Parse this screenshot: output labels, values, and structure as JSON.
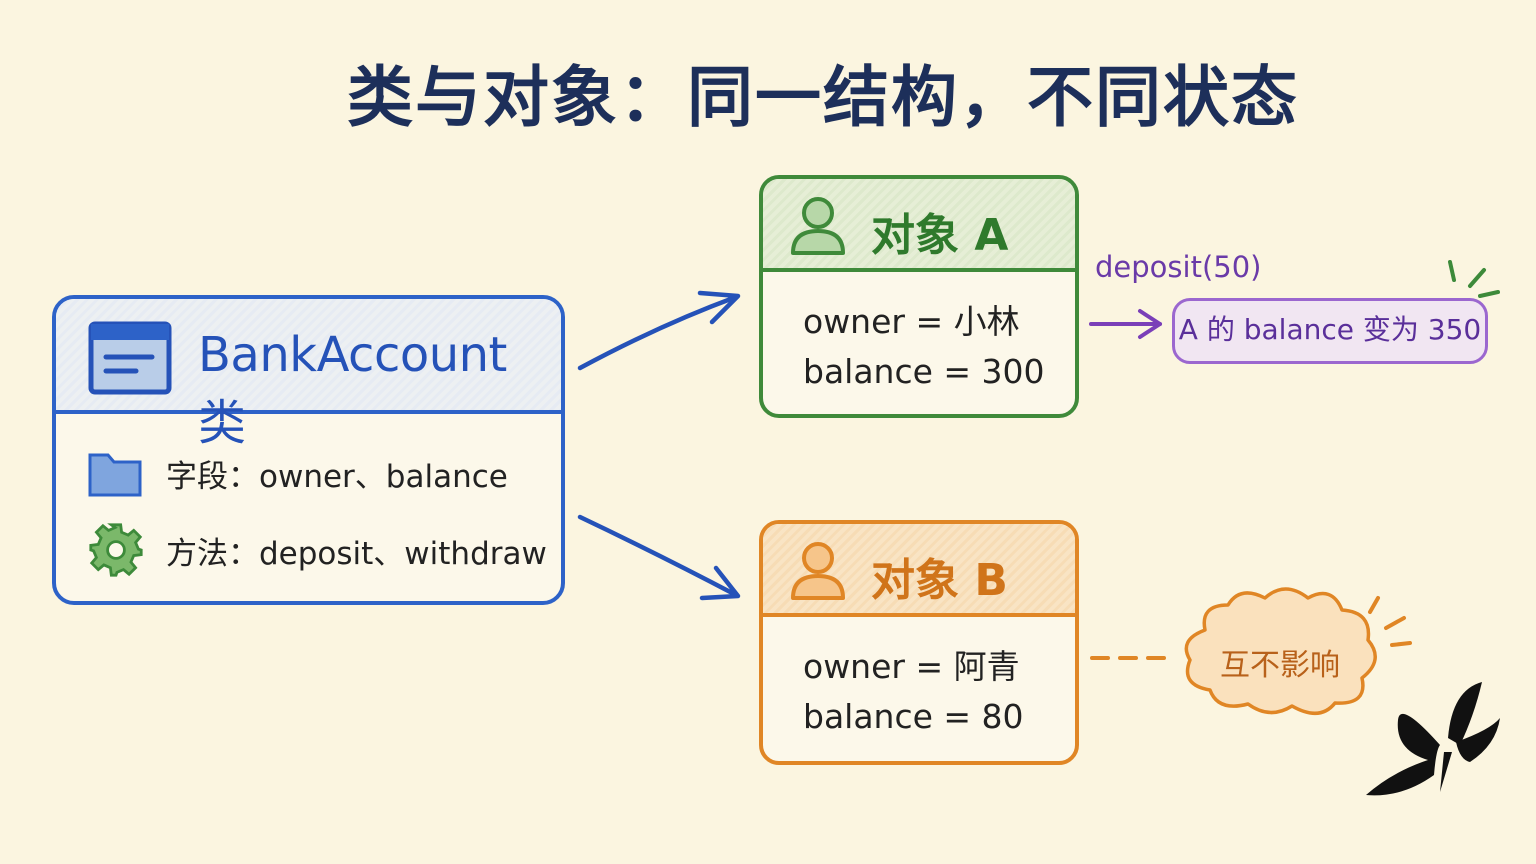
{
  "title": "类与对象：同一结构，不同状态",
  "class_box": {
    "name": "BankAccount 类",
    "icon": "class-window-icon",
    "fields_label": "字段：owner、balance",
    "fields_icon": "folder-icon",
    "methods_label": "方法：deposit、withdraw",
    "methods_icon": "gear-icon"
  },
  "object_a": {
    "title": "对象 A",
    "icon": "person-icon",
    "owner": "owner = 小林",
    "balance": "balance = 300"
  },
  "object_b": {
    "title": "对象 B",
    "icon": "person-icon",
    "owner": "owner = 阿青",
    "balance": "balance = 80"
  },
  "deposit_call": "deposit(50)",
  "deposit_result": "A 的 balance 变为 350",
  "independence_note": "互不影响",
  "colors": {
    "class": "#2d62c8",
    "object_a": "#3f8a3a",
    "object_b": "#e08625",
    "callout": "#9b67cf",
    "title": "#1d2f5a"
  }
}
